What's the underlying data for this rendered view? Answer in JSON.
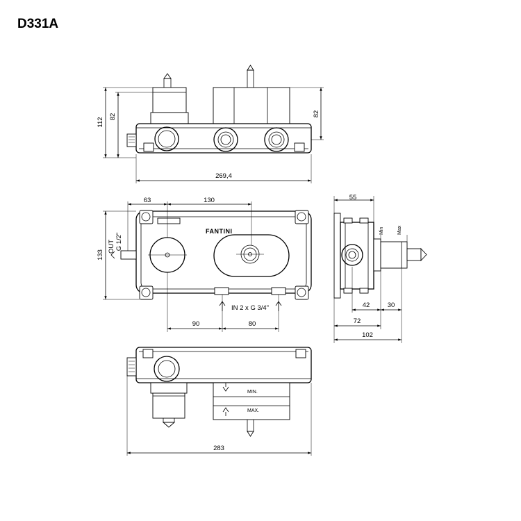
{
  "title": "D331A",
  "brand": "FANTINI",
  "top_view": {
    "height_total": "112",
    "height_left": "82",
    "height_right": "82",
    "width": "269,4"
  },
  "front_view": {
    "offset": "63",
    "spacing_top": "130",
    "height": "133",
    "outlet_label": "OUT",
    "outlet_thread": "G 1/2\"",
    "inlet_label": "IN 2 x G 3/4\"",
    "spacing_left": "90",
    "spacing_right": "80"
  },
  "side_view": {
    "top": "55",
    "min_label": "Min",
    "max_label": "Max",
    "d42": "42",
    "d30": "30",
    "d72": "72",
    "d102": "102"
  },
  "bottom_view": {
    "min_label": "MIN.",
    "max_label": "MAX.",
    "width": "283"
  }
}
